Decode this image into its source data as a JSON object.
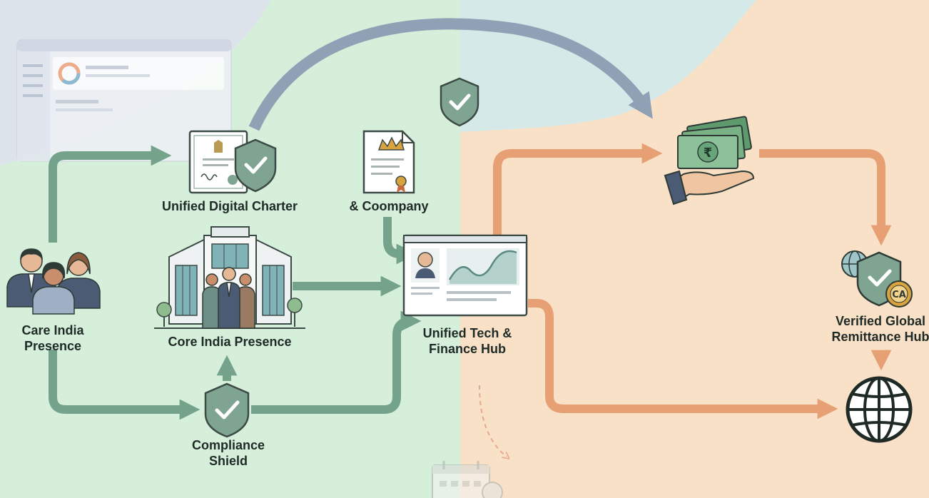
{
  "labels": {
    "charter": "Unified Digital Charter",
    "company": "& Coompany",
    "people": "Care India\nPresence",
    "core": "Core India Presence",
    "hub": "Unified Tech &\nFinance Hub",
    "shield": "Compliance\nShield",
    "verified": "Verified Global\nRemittance Hub"
  },
  "icons": {
    "currency_symbol": "₹",
    "seal_text": "CA"
  },
  "colors": {
    "green_zone": "#d6efdb",
    "peach_zone": "#f9e1c8",
    "blue_zone": "#d5eae8",
    "green_arrow": "#6f9e86",
    "orange_arrow": "#e59a6c",
    "grey_arrow": "#8ea1b5",
    "shield_fill": "#7fa592",
    "text": "#1f2a26"
  }
}
